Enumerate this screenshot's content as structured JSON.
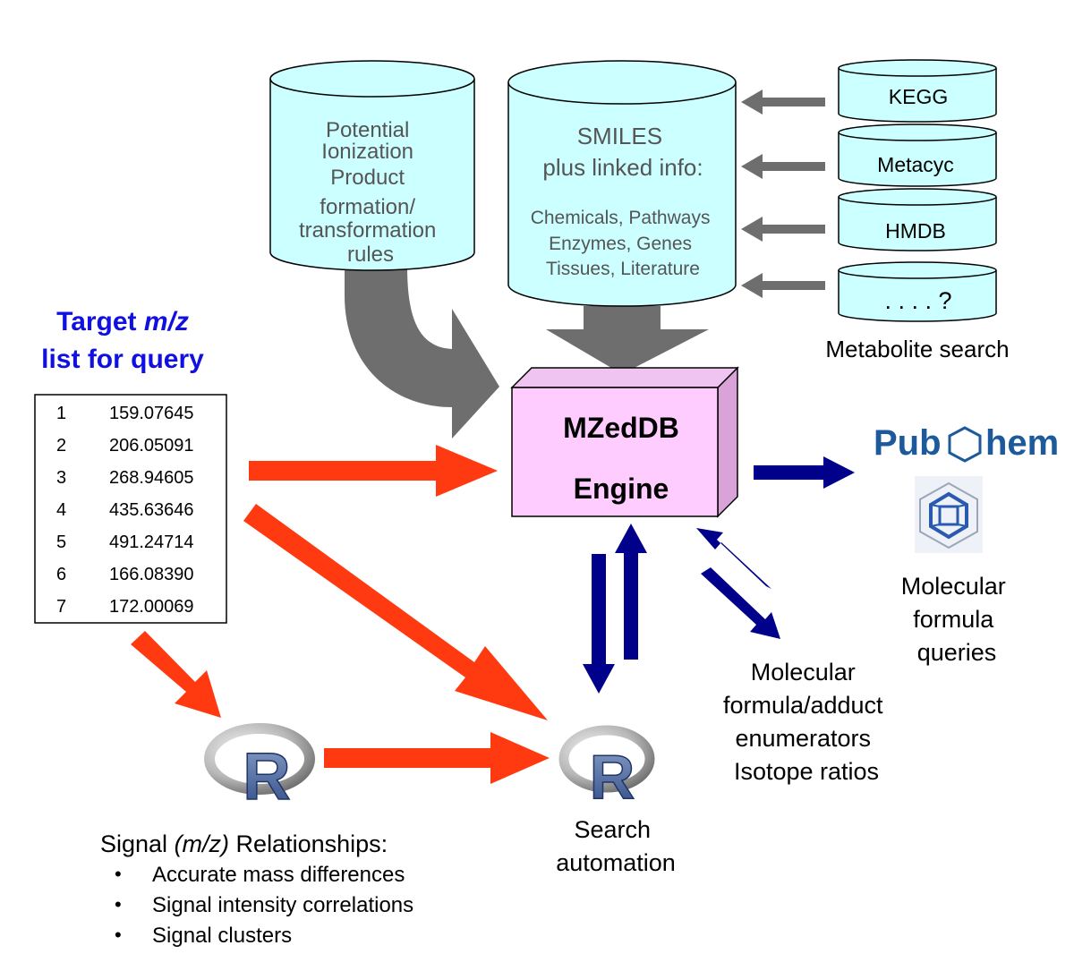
{
  "colors": {
    "cylinder_fill": "#ccffff",
    "engine_front": "#ffccff",
    "engine_side": "#d9a3d9",
    "red_arrow": "#ff3a10",
    "blue_arrow": "#00008b",
    "grey_arrow": "#6e6e6e",
    "title_blue": "#1010e0",
    "pubchem_blue": "#1c5a9c"
  },
  "ionization_db": {
    "lines": [
      "Potential",
      "Ionization",
      "Product",
      "formation/",
      "transformation",
      "rules"
    ]
  },
  "smiles_db": {
    "title_lines": [
      "SMILES",
      "plus linked info:"
    ],
    "detail_lines": [
      "Chemicals, Pathways",
      "Enzymes, Genes",
      "Tissues, Literature"
    ]
  },
  "metabolite_dbs": [
    "KEGG",
    "Metacyc",
    "HMDB",
    ". . . . ?"
  ],
  "metabolite_search_label": "Metabolite search",
  "target": {
    "title_line1_prefix": "Target ",
    "title_line1_italic": "m/z",
    "title_line2": "list for query",
    "rows": [
      {
        "n": "1",
        "mz": "159.07645"
      },
      {
        "n": "2",
        "mz": "206.05091"
      },
      {
        "n": "3",
        "mz": "268.94605"
      },
      {
        "n": "4",
        "mz": "435.63646"
      },
      {
        "n": "5",
        "mz": "491.24714"
      },
      {
        "n": "6",
        "mz": "166.08390"
      },
      {
        "n": "7",
        "mz": "172.00069"
      }
    ]
  },
  "engine": {
    "line1": "MZedDB",
    "line2": "Engine"
  },
  "pubchem": {
    "logo_left": "Pub",
    "logo_right": "hem",
    "caption_lines": [
      "Molecular",
      "formula",
      "queries"
    ]
  },
  "enumerators": {
    "lines": [
      "Molecular",
      "formula/adduct",
      "enumerators",
      "Isotope ratios"
    ]
  },
  "search_automation": {
    "logo_letter": "R",
    "lines": [
      "Search",
      "automation"
    ]
  },
  "signal": {
    "logo_letter": "R",
    "heading_prefix": "Signal ",
    "heading_italic": "(m/z)",
    "heading_suffix": " Relationships:",
    "bullet": "•",
    "bullets": [
      "Accurate mass differences",
      "Signal intensity correlations",
      "Signal clusters"
    ]
  }
}
